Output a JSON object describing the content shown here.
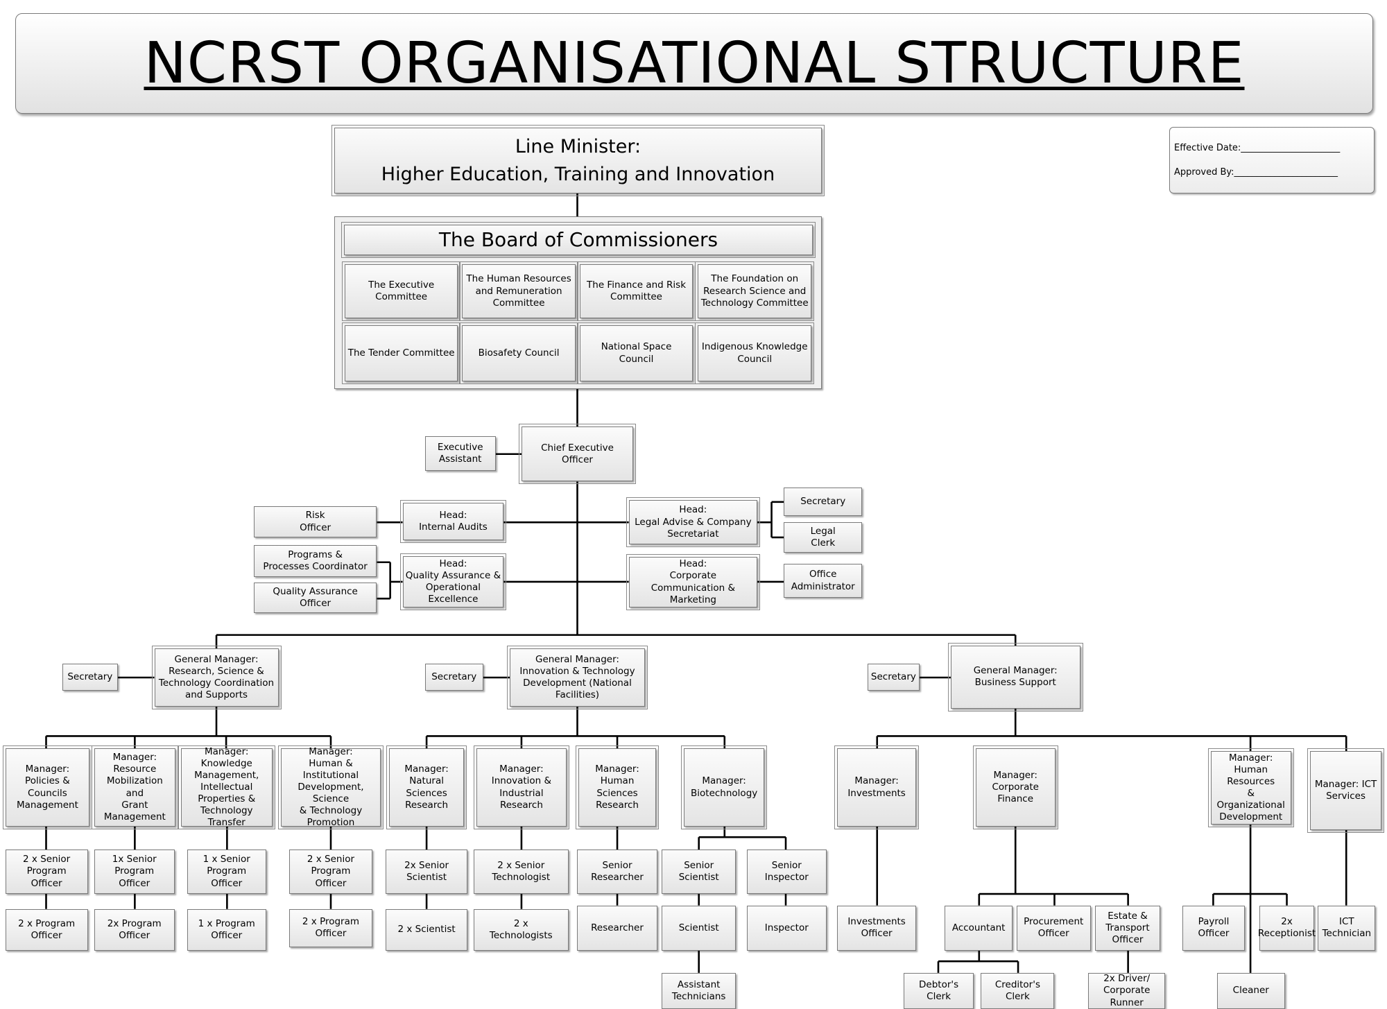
{
  "title": "NCRST ORGANISATIONAL STRUCTURE",
  "meta": {
    "effective_date": "Effective Date:______________________",
    "approved_by": "Approved By:_______________________"
  },
  "minister": "Line Minister:\nHigher Education, Training and Innovation",
  "board": {
    "title": "The Board of Commissioners",
    "committees": [
      "The Executive\nCommittee",
      "The Human Resources\nand Remuneration\nCommittee",
      "The Finance and Risk\nCommittee",
      "The Foundation on\nResearch Science and\nTechnology Committee",
      "The Tender Committee",
      "Biosafety Council",
      "National Space Council",
      "Indigenous Knowledge\nCouncil"
    ]
  },
  "executive": {
    "ceo": "Chief Executive Officer",
    "exec_assistant": "Executive\nAssistant",
    "risk_officer": "Risk\nOfficer",
    "head_audits": "Head:\nInternal Audits",
    "programs_coord": "Programs &\nProcesses Coordinator",
    "qa_officer": "Quality Assurance\nOfficer",
    "head_qa": "Head:\nQuality Assurance &\nOperational Excellence",
    "head_legal": "Head:\nLegal Advise & Company\nSecretariat",
    "legal_secretary": "Secretary",
    "legal_clerk": "Legal\nClerk",
    "head_comm": "Head:\nCorporate Communication &\nMarketing",
    "office_admin": "Office\nAdministrator"
  },
  "general_managers": {
    "gm1": "General Manager:\nResearch, Science &\nTechnology Coordination\nand Supports",
    "gm2": "General Manager:\nInnovation & Technology\nDevelopment (National\nFacilities)",
    "gm3": "General Manager:\nBusiness Support",
    "secretary": "Secretary"
  },
  "managers": {
    "m1": "Manager:\nPolicies & Councils\nManagement",
    "m2": "Manager:\nResource\nMobilization and\nGrant\nManagement",
    "m3": "Manager:\nKnowledge\nManagement,\nIntellectual\nProperties &\nTechnology Transfer",
    "m4": "Manager:\nHuman & Institutional\nDevelopment, Science\n& Technology\nPromotion",
    "m5": "Manager:\nNatural Sciences\nResearch",
    "m6": "Manager:\nInnovation &\nIndustrial Research",
    "m7": "Manager:\nHuman Sciences\nResearch",
    "m8": "Manager:\nBiotechnology",
    "m9": "Manager:\nInvestments",
    "m10": "Manager:\nCorporate\nFinance",
    "m11": "Manager:\nHuman Resources\n& Organizational\nDevelopment",
    "m12": "Manager:  ICT\nServices"
  },
  "staff": {
    "s1a": "2 x Senior Program\nOfficer",
    "s1b": "2 x Program\nOfficer",
    "s2a": "1x Senior Program\nOfficer",
    "s2b": "2x Program\nOfficer",
    "s3a": "1 x Senior Program\nOfficer",
    "s3b": "1 x Program\nOfficer",
    "s4a": "2 x Senior Program\nOfficer",
    "s4b": "2 x Program\nOfficer",
    "s5a": "2x Senior\nScientist",
    "s5b": "2 x Scientist",
    "s6a": "2 x Senior\nTechnologist",
    "s6b": "2 x\nTechnologists",
    "s7a": "Senior Researcher",
    "s7b": "Researcher",
    "s8a": "Senior Scientist",
    "s8b": "Scientist",
    "s8c": "Assistant\nTechnicians",
    "s8d": "Senior Inspector",
    "s8e": "Inspector",
    "s9a": "Investments\nOfficer",
    "s10a": "Accountant",
    "s10b": "Procurement\nOfficer",
    "s10c": "Estate &\nTransport\nOfficer",
    "s10d": "Debtor's Clerk",
    "s10e": "Creditor's Clerk",
    "s10f": "2x Driver/\nCorporate Runner",
    "s11a": "Payroll\nOfficer",
    "s11b": "2x\nReceptionist",
    "s11c": "Cleaner",
    "s12a": "ICT\nTechnician"
  }
}
